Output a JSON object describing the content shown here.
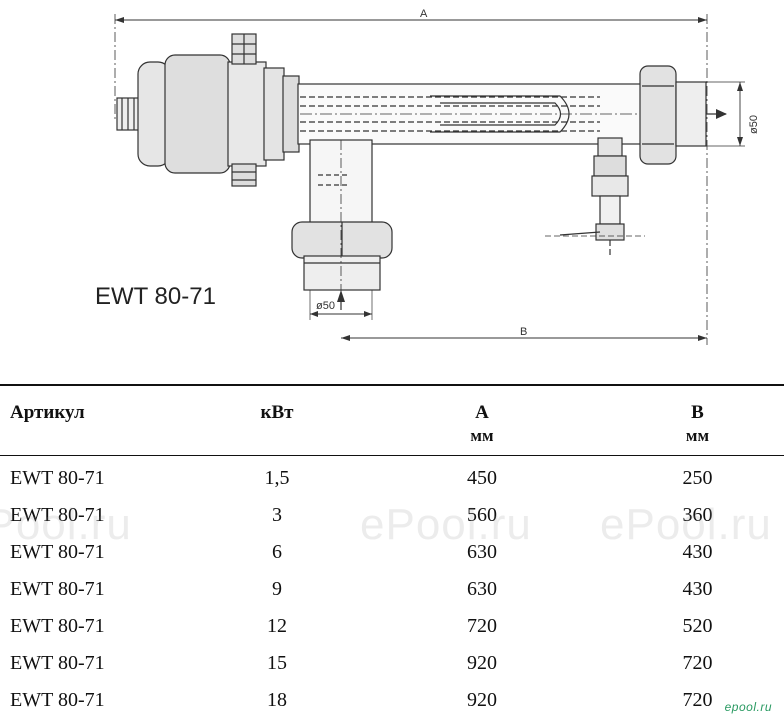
{
  "drawing": {
    "model": "EWT 80-71",
    "dim_a": "A",
    "dim_b": "B",
    "diameter_side": "ø50",
    "diameter_bottom": "ø50"
  },
  "table": {
    "headers": [
      {
        "label": "Артикул",
        "unit": ""
      },
      {
        "label": "кВт",
        "unit": ""
      },
      {
        "label": "A",
        "unit": "мм"
      },
      {
        "label": "B",
        "unit": "мм"
      }
    ],
    "rows": [
      [
        "EWT 80-71",
        "1,5",
        "450",
        "250"
      ],
      [
        "EWT 80-71",
        "3",
        "560",
        "360"
      ],
      [
        "EWT 80-71",
        "6",
        "630",
        "430"
      ],
      [
        "EWT 80-71",
        "9",
        "630",
        "430"
      ],
      [
        "EWT 80-71",
        "12",
        "720",
        "520"
      ],
      [
        "EWT 80-71",
        "15",
        "920",
        "720"
      ],
      [
        "EWT 80-71",
        "18",
        "920",
        "720"
      ]
    ]
  },
  "watermark": {
    "text": "ePool.ru"
  },
  "logo": {
    "text": "epool.ru"
  }
}
